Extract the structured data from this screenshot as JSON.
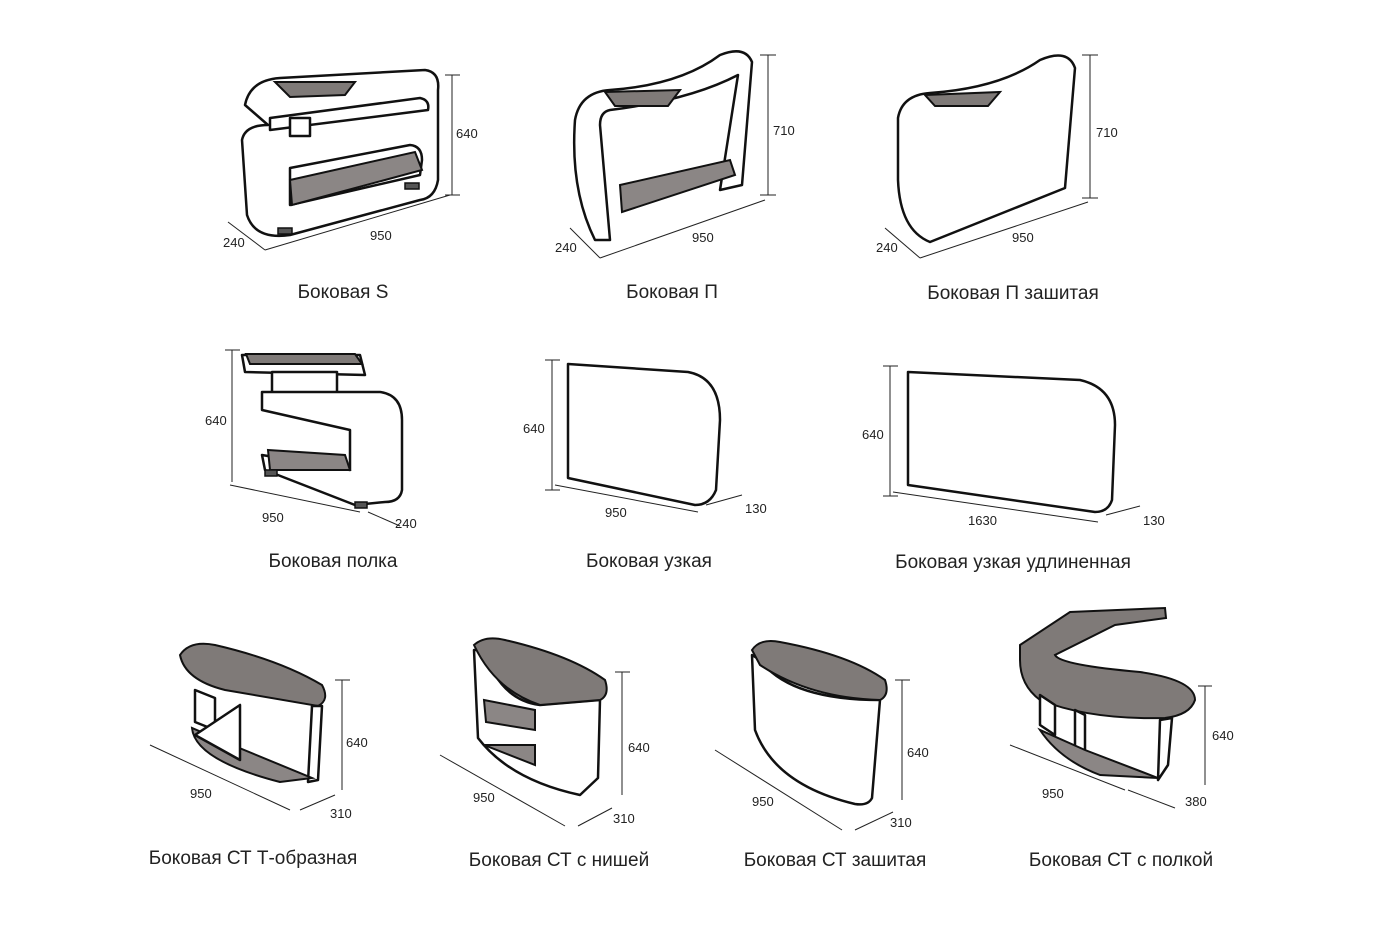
{
  "labels": {
    "s": "Боковая S",
    "p": "Боковая П",
    "p_closed": "Боковая П зашитая",
    "shelf": "Боковая полка",
    "narrow": "Боковая узкая",
    "narrow_long": "Боковая узкая удлиненная",
    "ct_t": "Боковая СТ Т-образная",
    "ct_niche": "Боковая СТ с нишей",
    "ct_closed": "Боковая СТ зашитая",
    "ct_shelf": "Боковая СТ с полкой"
  },
  "dims": {
    "s": {
      "h": "640",
      "w": "950",
      "d": "240"
    },
    "p": {
      "h": "710",
      "w": "950",
      "d": "240"
    },
    "p_closed": {
      "h": "710",
      "w": "950",
      "d": "240"
    },
    "shelf": {
      "h": "640",
      "w": "950",
      "d": "240"
    },
    "narrow": {
      "h": "640",
      "w": "950",
      "d": "130"
    },
    "narrow_long": {
      "h": "640",
      "w": "1630",
      "d": "130"
    },
    "ct_t": {
      "h": "640",
      "w": "950",
      "d": "310"
    },
    "ct_niche": {
      "h": "640",
      "w": "950",
      "d": "310"
    },
    "ct_closed": {
      "h": "640",
      "w": "950",
      "d": "310"
    },
    "ct_shelf": {
      "h": "640",
      "w": "950",
      "d": "380"
    }
  }
}
